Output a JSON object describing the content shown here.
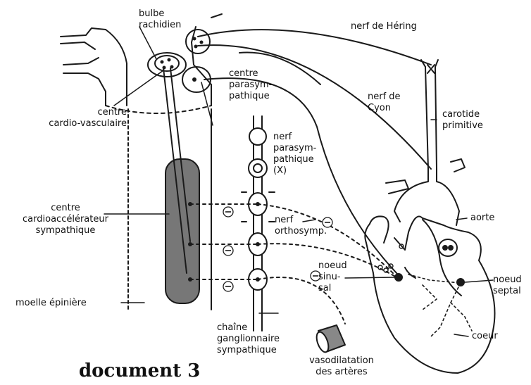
{
  "labels": {
    "bulbe": "bulbe\nrachidien",
    "centre_cv": "centre\ncardio-vasculaire",
    "centre_para": "centre\nparasym-\npathique",
    "nerf_hering": "nerf de Héring",
    "nerf_cyon": "nerf de\nCyon",
    "carotide": "carotide\nprimitive",
    "nerf_para": "nerf\nparasym-\npathique\n(X)",
    "centre_cardioacc": "centre\ncardioaccélérateur\nsympathique",
    "aorte": "aorte",
    "nerf_ortho": "nerf\northosymp.",
    "noeud_sinusal": "noeud\nsinu-\nsal",
    "noeud_septal": "noeud\nseptal",
    "moelle": "moelle épinière",
    "coeur": "coeur",
    "chaine": "chaîne\nganglionnaire\nsympathique",
    "vaso": "vasodilatation\ndes artères"
  },
  "title": "document 3",
  "minus_sign": "−"
}
